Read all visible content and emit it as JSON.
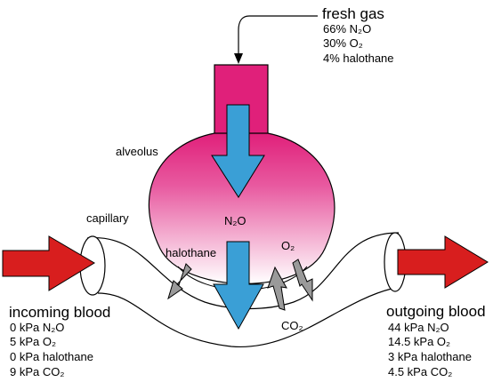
{
  "colors": {
    "alveolus_top": "#e0207a",
    "alveolus_bottom": "#ffffff",
    "blue_arrow": "#3a9fd6",
    "red_arrow": "#d81e1e",
    "grey_arrow": "#9a9a9a",
    "outline": "#000000"
  },
  "fresh_gas": {
    "title": "fresh gas",
    "lines": [
      "66% N₂O",
      "30% O₂",
      "4% halothane"
    ]
  },
  "labels": {
    "alveolus": "alveolus",
    "capillary": "capillary",
    "n2o": "N₂O",
    "halothane": "halothane",
    "o2": "O₂",
    "co2": "CO₂"
  },
  "incoming_blood": {
    "title": "incoming blood",
    "lines": [
      "0 kPa N₂O",
      "5 kPa O₂",
      "0 kPa halothane",
      "9 kPa CO₂"
    ]
  },
  "outgoing_blood": {
    "title": "outgoing blood",
    "lines": [
      "44 kPa N₂O",
      "14.5 kPa O₂",
      "3 kPa halothane",
      "4.5 kPa CO₂"
    ]
  }
}
